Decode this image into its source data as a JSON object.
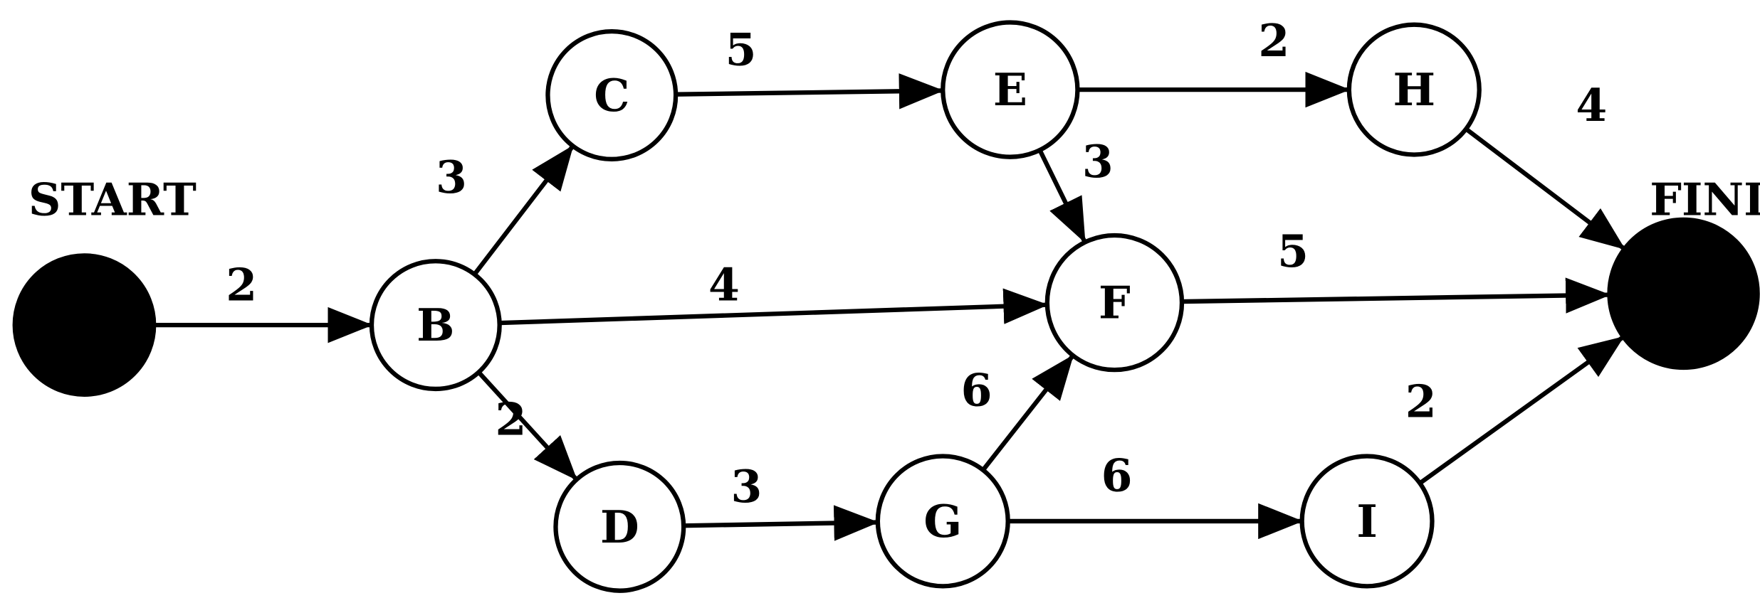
{
  "diagram": {
    "type": "network-diagram",
    "start_label": "START",
    "finish_label": "FINI",
    "nodes": [
      {
        "id": "START",
        "label": "",
        "filled": true
      },
      {
        "id": "B",
        "label": "B"
      },
      {
        "id": "C",
        "label": "C"
      },
      {
        "id": "D",
        "label": "D"
      },
      {
        "id": "E",
        "label": "E"
      },
      {
        "id": "F",
        "label": "F"
      },
      {
        "id": "G",
        "label": "G"
      },
      {
        "id": "H",
        "label": "H"
      },
      {
        "id": "I",
        "label": "I"
      },
      {
        "id": "FINISH",
        "label": "",
        "filled": true
      }
    ],
    "edges": [
      {
        "from": "START",
        "to": "B",
        "weight": "2"
      },
      {
        "from": "B",
        "to": "C",
        "weight": "3"
      },
      {
        "from": "C",
        "to": "E",
        "weight": "5"
      },
      {
        "from": "E",
        "to": "H",
        "weight": "2"
      },
      {
        "from": "H",
        "to": "FINISH",
        "weight": "4"
      },
      {
        "from": "E",
        "to": "F",
        "weight": "3"
      },
      {
        "from": "B",
        "to": "F",
        "weight": "4"
      },
      {
        "from": "F",
        "to": "FINISH",
        "weight": "5"
      },
      {
        "from": "B",
        "to": "D",
        "weight": "2"
      },
      {
        "from": "D",
        "to": "G",
        "weight": "3"
      },
      {
        "from": "G",
        "to": "F",
        "weight": "6"
      },
      {
        "from": "G",
        "to": "I",
        "weight": "6"
      },
      {
        "from": "I",
        "to": "FINISH",
        "weight": "2"
      }
    ]
  }
}
